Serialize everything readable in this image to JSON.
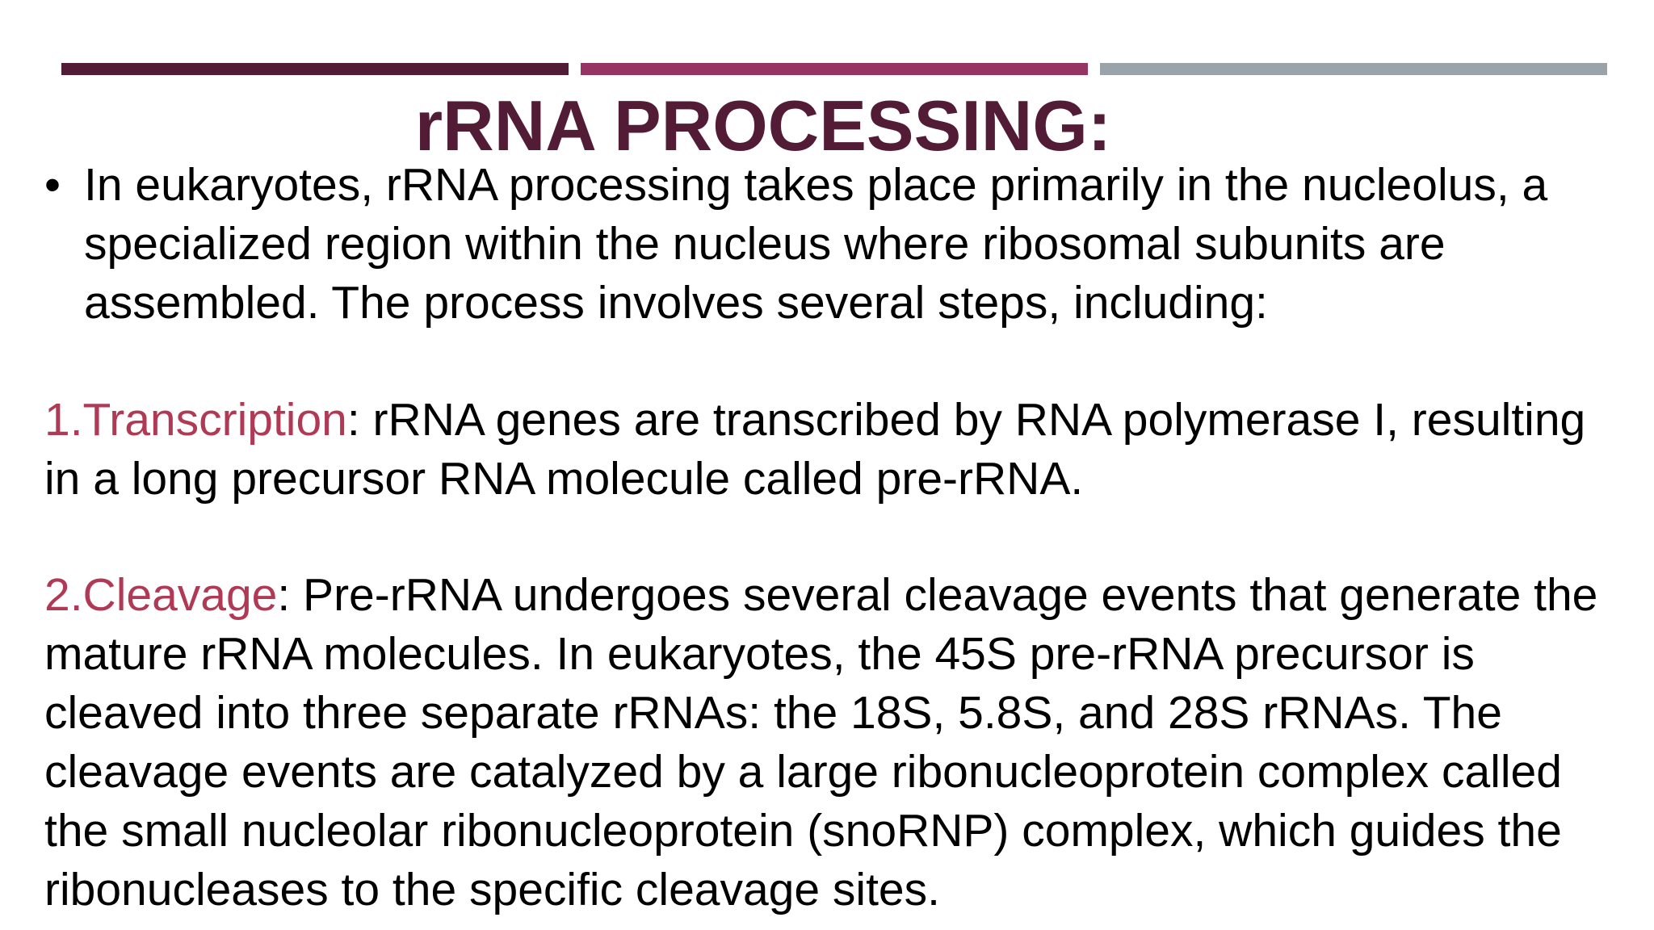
{
  "slide": {
    "title": "rRNA PROCESSING:",
    "bullet_char": "•",
    "bullet_text": "In eukaryotes, rRNA processing takes place primarily in the nucleolus, a specialized region within the nucleus where ribosomal subunits are assembled. The process involves several steps, including:",
    "steps": [
      {
        "label": "1.Transcription",
        "text": ": rRNA genes are transcribed by RNA polymerase I, resulting in a long precursor RNA molecule called pre-rRNA."
      },
      {
        "label": "2.Cleavage",
        "text": ": Pre-rRNA undergoes several cleavage events that generate the mature rRNA molecules. In eukaryotes, the 45S pre-rRNA precursor is cleaved into three separate rRNAs: the 18S, 5.8S, and 28S rRNAs. The cleavage events are catalyzed by a large ribonucleoprotein complex called the small nucleolar ribonucleoprotein (snoRNP) complex, which guides the ribonucleases to the specific cleavage sites."
      }
    ]
  },
  "colors": {
    "title": "#521b36",
    "step_label": "#b03a55",
    "bar_dark": "#521b36",
    "bar_magenta": "#963463",
    "bar_gray": "#9aa3aa"
  }
}
